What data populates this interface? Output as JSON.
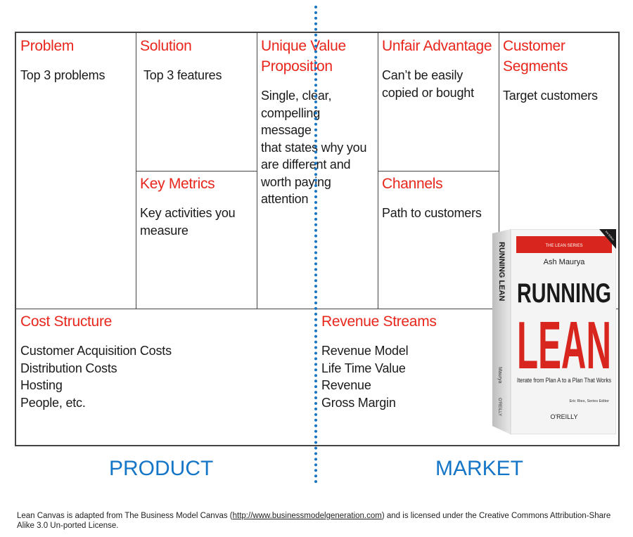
{
  "blocks": {
    "problem": {
      "title": "Problem",
      "body": "Top 3 problems"
    },
    "solution": {
      "title": "Solution",
      "body": "Top 3 features"
    },
    "key_metrics": {
      "title": "Key Metrics",
      "body": "Key activities you\nmeasure"
    },
    "uvp": {
      "title": "Unique Value\nProposition",
      "body": "Single, clear,\ncompelling message\nthat states why you\nare different and\nworth paying\nattention"
    },
    "unfair_advantage": {
      "title": "Unfair Advantage",
      "body": "Can’t be easily\ncopied or bought"
    },
    "channels": {
      "title": "Channels",
      "body": "Path to customers"
    },
    "customer_segments": {
      "title": "Customer\nSegments",
      "body": "Target customers"
    },
    "cost_structure": {
      "title": "Cost Structure",
      "body": "Customer Acquisition Costs\nDistribution Costs\nHosting\nPeople, etc."
    },
    "revenue_streams": {
      "title": "Revenue Streams",
      "body": "Revenue Model\nLife Time Value\nRevenue\nGross Margin"
    }
  },
  "labels": {
    "product": "PRODUCT",
    "market": "MARKET"
  },
  "book": {
    "series": "THE LEAN SERIES",
    "author": "Ash Maurya",
    "title_1": "RUNNING",
    "title_2": "LEAN",
    "subtitle": "Iterate from Plan A to a Plan That Works",
    "editor": "Eric Ries, Series Editor",
    "publisher": "O'REILLY",
    "spine_title": "RUNNING LEAN",
    "spine_author": "Maurya",
    "edition": "2nd Edition"
  },
  "footnote": {
    "before": "Lean Canvas is adapted from The Business Model Canvas (",
    "link": "http://www.businessmodelgeneration.com",
    "after": ") and is licensed under the Creative Commons Attribution-Share Alike 3.0 Un-ported License."
  },
  "colors": {
    "title_red": "#e8261c",
    "accent_blue": "#1576c8",
    "book_red": "#d8261f"
  }
}
